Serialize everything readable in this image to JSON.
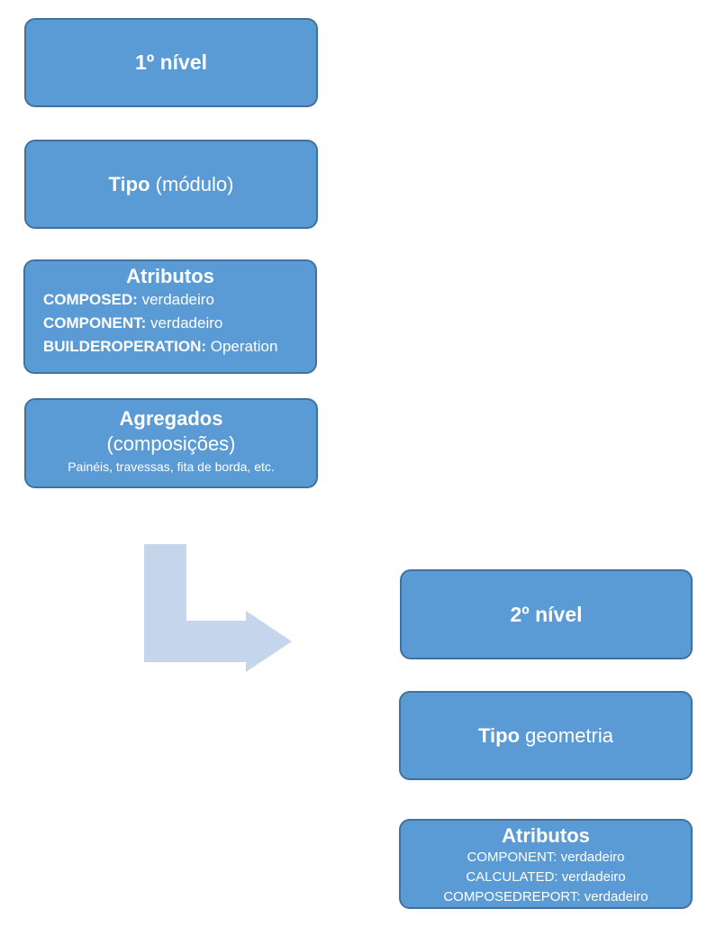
{
  "level1": {
    "heading": "1º nível",
    "type_box": {
      "bold": "Tipo",
      "rest": "(módulo)"
    },
    "attributes_box": {
      "heading": "Atributos",
      "items": [
        {
          "key": "COMPOSED:",
          "value": "verdadeiro"
        },
        {
          "key": "COMPONENT:",
          "value": "verdadeiro"
        },
        {
          "key": "BUILDEROPERATION:",
          "value": "Operation"
        }
      ]
    },
    "aggregates_box": {
      "heading": "Agregados",
      "subheading": "(composições)",
      "detail": "Painéis, travessas, fita de borda, etc."
    }
  },
  "level2": {
    "heading": "2º nível",
    "type_box": {
      "bold": "Tipo",
      "rest": "geometria"
    },
    "attributes_box": {
      "heading": "Atributos",
      "items": [
        "COMPONENT: verdadeiro",
        "CALCULATED: verdadeiro",
        "COMPOSEDREPORT: verdadeiro"
      ]
    }
  },
  "colors": {
    "box_fill": "#5b9bd5",
    "box_border": "#41719c",
    "arrow_fill": "#c5d6ec",
    "text": "#ffffff"
  }
}
